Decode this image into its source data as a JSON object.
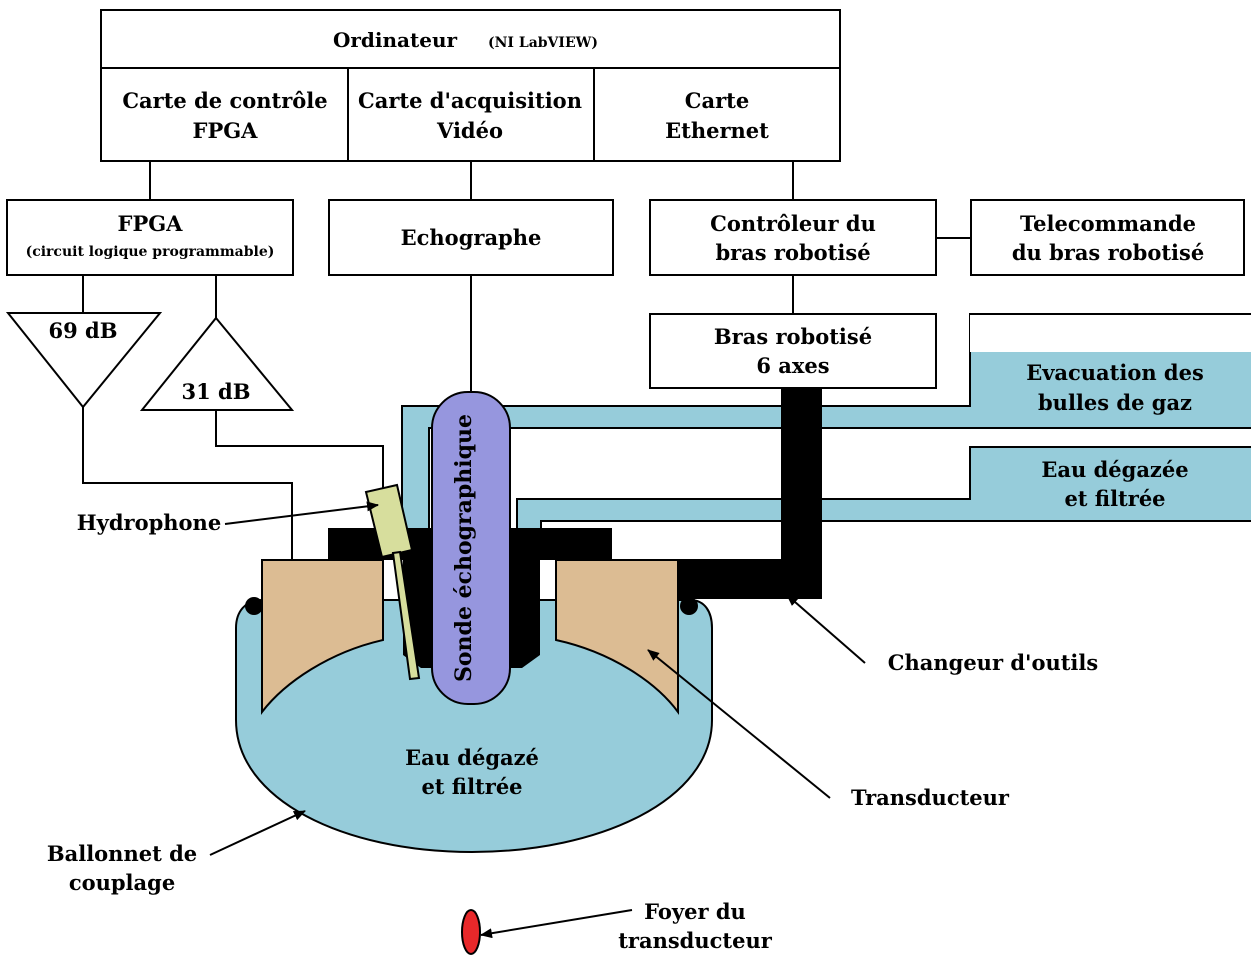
{
  "colors": {
    "water": "#96ccda",
    "transducer": "#dcbc93",
    "probe": "#9696de",
    "hydrophone": "#d7de9d",
    "focus": "#e8282a",
    "outline": "#000000",
    "background": "#ffffff"
  },
  "computer": {
    "title": "Ordinateur",
    "subtitle": "(NI LabVIEW)",
    "cards": {
      "fpga_line1": "Carte de contrôle",
      "fpga_line2": "FPGA",
      "video_line1": "Carte d'acquisition",
      "video_line2": "Vidéo",
      "ethernet_line1": "Carte",
      "ethernet_line2": "Ethernet"
    }
  },
  "fpga": {
    "title": "FPGA",
    "subtitle": "(circuit logique programmable)"
  },
  "echographe": "Echographe",
  "robot_controller": {
    "line1": "Contrôleur du",
    "line2": "bras robotisé"
  },
  "remote": {
    "line1": "Telecommande",
    "line2": "du bras robotisé"
  },
  "robot_arm": {
    "line1": "Bras robotisé",
    "line2": "6 axes"
  },
  "amplifiers": {
    "high_gain": "69 dB",
    "low_gain": "31 dB"
  },
  "gas_outlet": {
    "line1": "Evacuation des",
    "line2": "bulles de gaz"
  },
  "water_inlet": {
    "line1": "Eau dégazée",
    "line2": "et filtrée"
  },
  "probe_label": "Sonde échographique",
  "balloon_water": {
    "line1": "Eau dégazé",
    "line2": "et filtrée"
  },
  "callouts": {
    "hydrophone": "Hydrophone",
    "tool_changer": "Changeur d'outils",
    "transducer": "Transducteur",
    "balloon_line1": "Ballonnet de",
    "balloon_line2": "couplage",
    "focus_line1": "Foyer du",
    "focus_line2": "transducteur"
  }
}
